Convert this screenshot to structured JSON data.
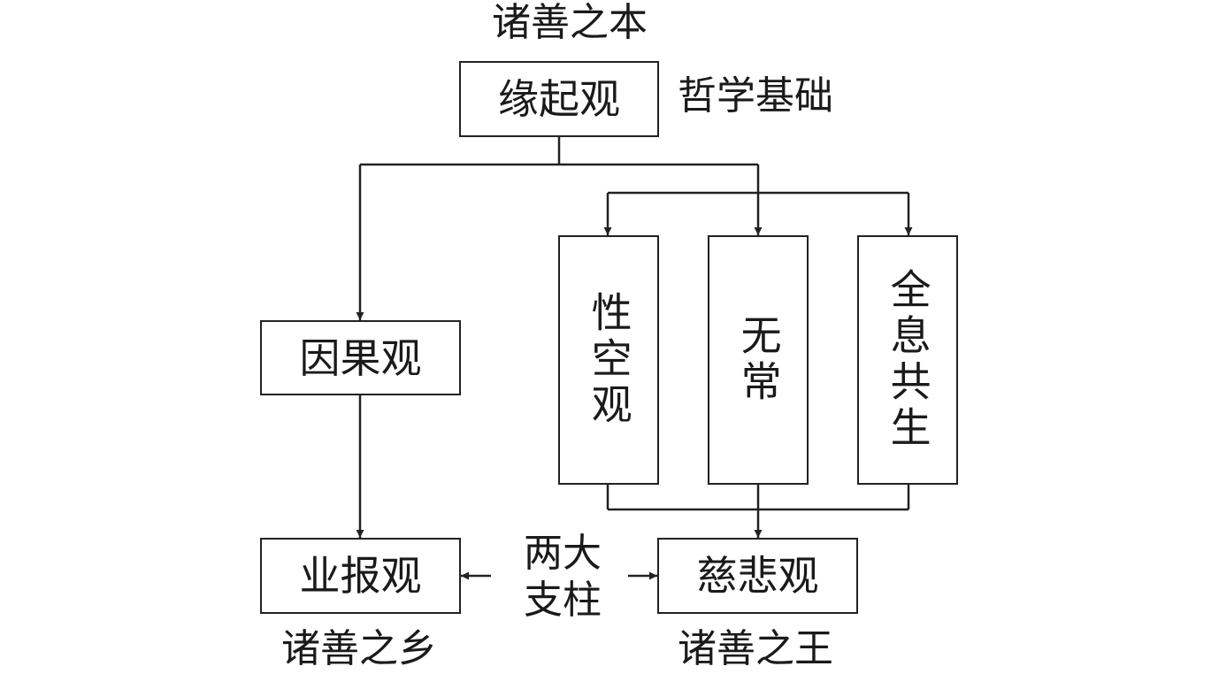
{
  "top_caption": "诸善之本",
  "root": {
    "label": "缘起观",
    "note": "哲学基础"
  },
  "left_branch": {
    "label": "因果观"
  },
  "sub_concepts": [
    {
      "label": "性空观"
    },
    {
      "label": "无常"
    },
    {
      "label": "全息共生"
    }
  ],
  "bottom_left": {
    "label": "业报观",
    "caption": "诸善之乡"
  },
  "bottom_right": {
    "label": "慈悲观",
    "caption": "诸善之王"
  },
  "pillars": {
    "line1": "两大",
    "line2": "支柱"
  }
}
